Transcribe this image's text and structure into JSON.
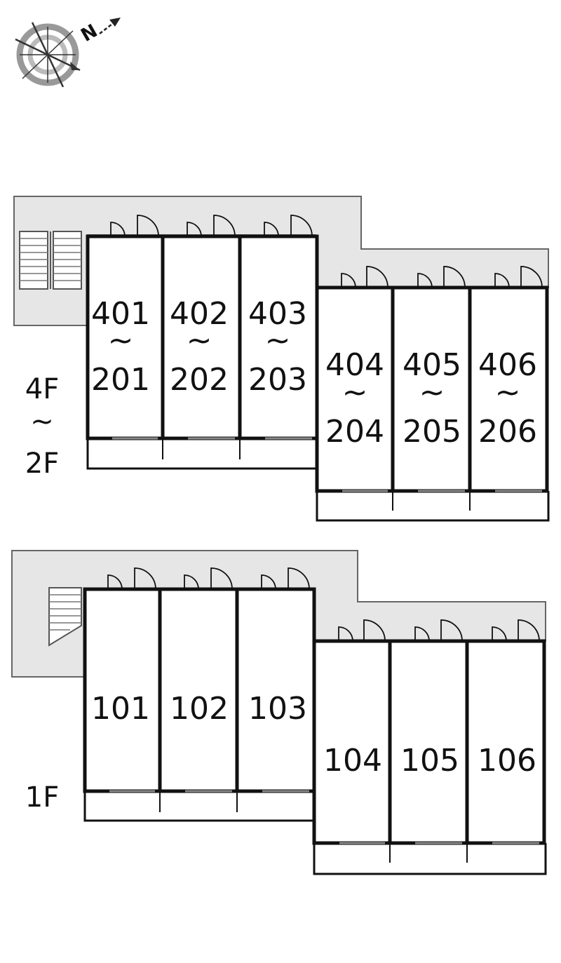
{
  "compass": {
    "north_label": "N",
    "icon": "compass-icon"
  },
  "upper_block": {
    "floor_label": {
      "top": "4F",
      "tilde": "~",
      "bottom": "2F"
    },
    "units": [
      {
        "top": "401",
        "tilde": "~",
        "bottom": "201"
      },
      {
        "top": "402",
        "tilde": "~",
        "bottom": "202"
      },
      {
        "top": "403",
        "tilde": "~",
        "bottom": "203"
      },
      {
        "top": "404",
        "tilde": "~",
        "bottom": "204"
      },
      {
        "top": "405",
        "tilde": "~",
        "bottom": "205"
      },
      {
        "top": "406",
        "tilde": "~",
        "bottom": "206"
      }
    ]
  },
  "lower_block": {
    "floor_label": "1F",
    "units": [
      "101",
      "102",
      "103",
      "104",
      "105",
      "106"
    ]
  },
  "colors": {
    "corridor": "#e6e6e6",
    "wall": "#111111",
    "background": "#ffffff"
  }
}
